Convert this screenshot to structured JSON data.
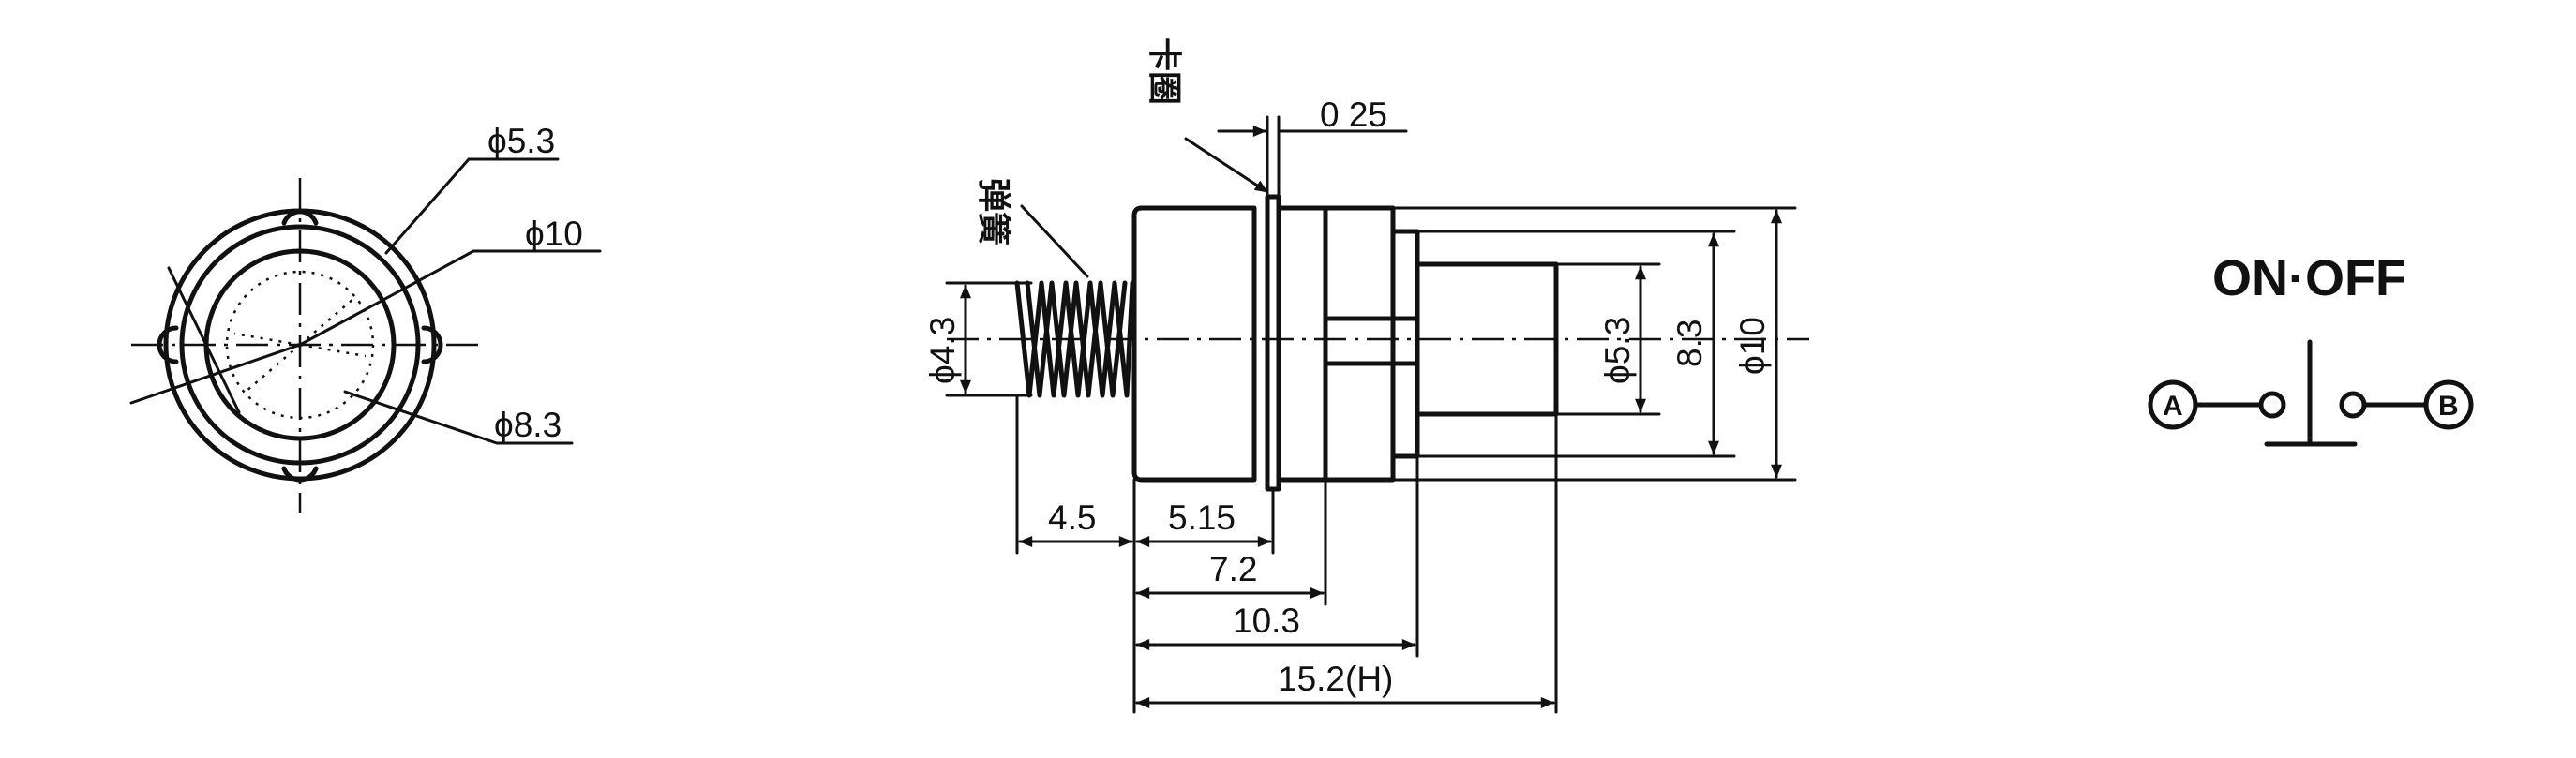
{
  "front_view": {
    "callouts": [
      "ϕ5.3",
      "ϕ10",
      "ϕ8.3"
    ]
  },
  "side_view": {
    "spring_label": "弹簧",
    "clip_label": "卡圈",
    "gap_label": "0 25",
    "spring_dia": "ϕ4.3",
    "shaft_dia": "ϕ5.3",
    "body_size": "8.3",
    "flange_dia": "ϕ10",
    "lengths": [
      "4.5",
      "5.15",
      "7.2",
      "10.3",
      "15.2(H)"
    ]
  },
  "schematic": {
    "title": "ON·OFF",
    "terminal_a": "A",
    "terminal_b": "B"
  }
}
